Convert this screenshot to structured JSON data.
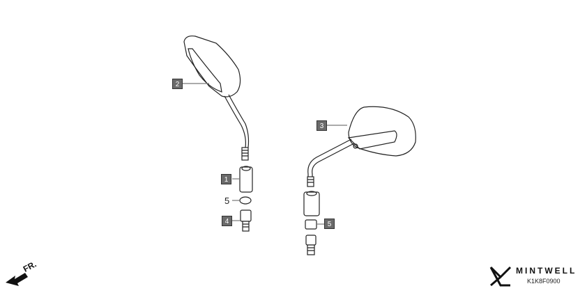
{
  "diagram": {
    "type": "parts-exploded-view",
    "callouts": [
      {
        "id": "1",
        "label": "1",
        "boxed": true
      },
      {
        "id": "2",
        "label": "2",
        "boxed": true
      },
      {
        "id": "3",
        "label": "3",
        "boxed": true
      },
      {
        "id": "4",
        "label": "4",
        "boxed": true
      },
      {
        "id": "5a",
        "label": "5",
        "boxed": false
      },
      {
        "id": "5b",
        "label": "5",
        "boxed": true
      }
    ],
    "direction_marker": "FR.",
    "brand": "MINTWELL",
    "code": "K1K8F0900"
  }
}
